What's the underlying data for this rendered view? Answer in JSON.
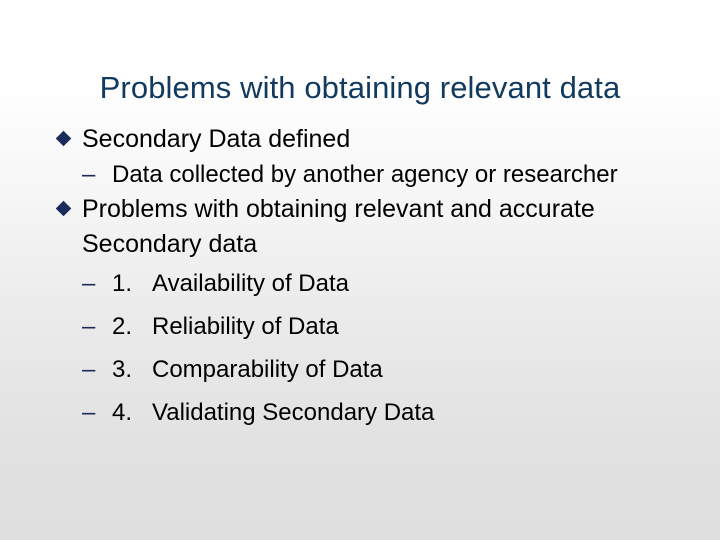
{
  "slide": {
    "title": "Problems with obtaining relevant data",
    "background": {
      "top_color": "#ffffff",
      "bottom_color": "#dfdfdf"
    },
    "colors": {
      "title_color": "#113a5e",
      "bullet_color": "#1a2c5b",
      "body_text_color": "#000000"
    },
    "bullets": [
      {
        "level": 1,
        "marker": "diamond",
        "text": "Secondary Data defined"
      },
      {
        "level": 2,
        "marker": "dash",
        "text": "Data collected by another agency or researcher"
      },
      {
        "level": 1,
        "marker": "diamond",
        "text": "Problems with obtaining relevant and accurate Secondary data"
      },
      {
        "level": 2,
        "marker": "dash",
        "number": "1.",
        "text": "Availability of Data"
      },
      {
        "level": 2,
        "marker": "dash",
        "number": "2.",
        "text": "Reliability of Data"
      },
      {
        "level": 2,
        "marker": "dash",
        "number": "3.",
        "text": "Comparability of Data"
      },
      {
        "level": 2,
        "marker": "dash",
        "number": "4.",
        "text": "Validating Secondary Data"
      }
    ],
    "markers": {
      "dash_glyph": "–",
      "diamond_glyph": "◆"
    }
  }
}
